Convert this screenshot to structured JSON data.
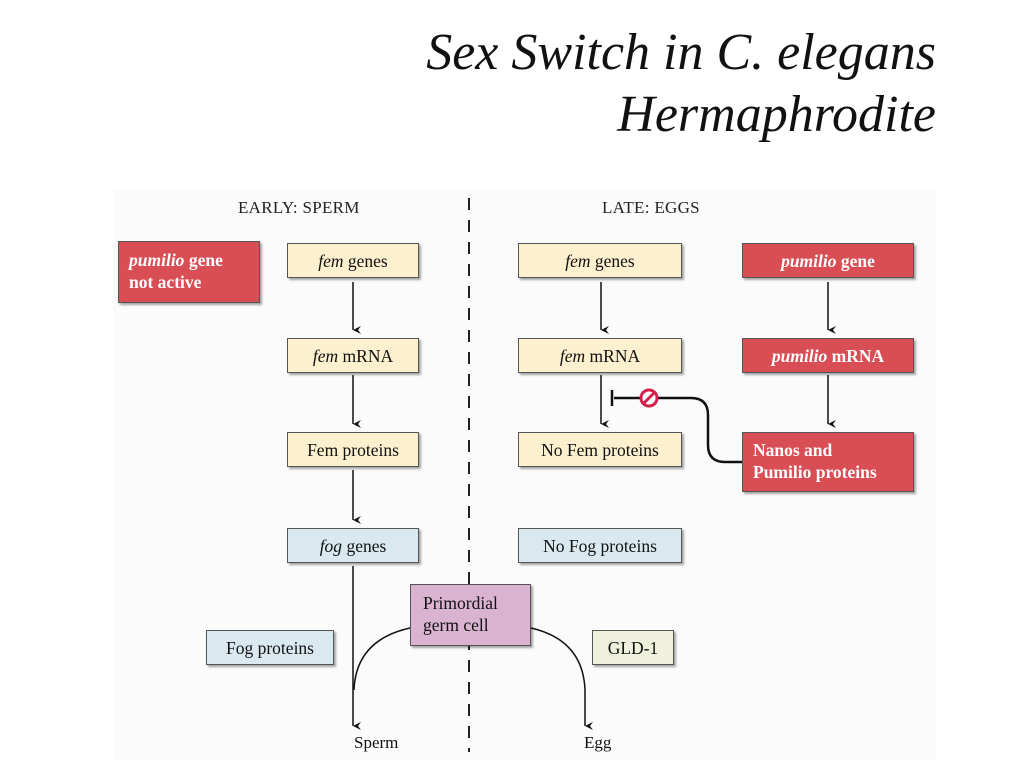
{
  "title": {
    "line1": "Sex Switch in C. elegans",
    "line2": "Hermaphrodite"
  },
  "headings": {
    "early": "EARLY: SPERM",
    "late": "LATE: EGGS"
  },
  "early": {
    "pumilio_inactive": {
      "italic": "pumilio",
      "rest": " gene",
      "line2": "not active"
    },
    "fem_genes": {
      "italic": "fem",
      "rest": " genes"
    },
    "fem_mrna": {
      "italic": "fem",
      "rest": " mRNA"
    },
    "fem_proteins": "Fem proteins",
    "fog_genes": {
      "italic": "fog",
      "rest": " genes"
    },
    "fog_proteins": "Fog proteins",
    "outcome": "Sperm"
  },
  "late": {
    "fem_genes": {
      "italic": "fem",
      "rest": " genes"
    },
    "fem_mrna": {
      "italic": "fem",
      "rest": " mRNA"
    },
    "no_fem_proteins": "No Fem proteins",
    "no_fog_proteins": "No Fog proteins",
    "pumilio_gene": {
      "italic": "pumilio",
      "rest": " gene"
    },
    "pumilio_mrna": {
      "italic": "pumilio",
      "rest": " mRNA"
    },
    "nanos_pumilio": {
      "line1": "Nanos and",
      "line2": "Pumilio proteins"
    },
    "gld1": "GLD-1",
    "outcome": "Egg"
  },
  "center": {
    "germ_cell_line1": "Primordial",
    "germ_cell_line2": "germ cell"
  },
  "colors": {
    "cream": "#fdf0cf",
    "blue": "#d9e9ef",
    "red": "#d94d54",
    "green": "#eff1dc",
    "purple": "#d9b3cf",
    "inhibit": "#d61f4a"
  },
  "icons": {
    "inhibition": "inhibition-symbol-icon",
    "arrow": "arrow-down-icon"
  }
}
